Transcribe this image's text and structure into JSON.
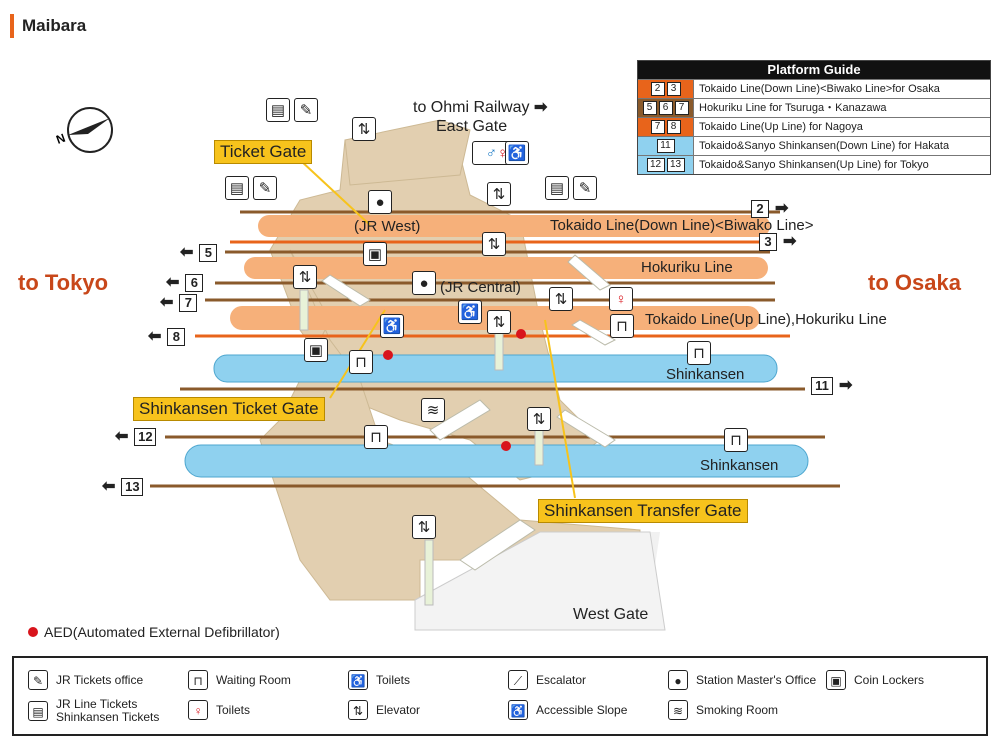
{
  "title": "Maibara",
  "directions": {
    "west": "to Tokyo",
    "east": "to Osaka"
  },
  "gates": {
    "east_gate": "East Gate",
    "west_gate": "West Gate",
    "ohmi_railway": "to Ohmi Railway"
  },
  "callouts": {
    "ticket_gate": "Ticket Gate",
    "shinkansen_ticket_gate": "Shinkansen Ticket Gate",
    "shinkansen_transfer_gate": "Shinkansen Transfer Gate"
  },
  "offices": {
    "jr_west": "(JR West)",
    "jr_central": "(JR Central)"
  },
  "platforms": {
    "p1": "Tokaido Line(Down Line)",
    "p1_suffix": "<Biwako Line>",
    "p2": "Hokuriku Line",
    "p3": "Tokaido Line(Up Line),Hokuriku Line",
    "p4": "Shinkansen",
    "p5": "Shinkansen"
  },
  "tracks": [
    "2",
    "3",
    "5",
    "6",
    "7",
    "8",
    "11",
    "12",
    "13"
  ],
  "platform_guide": {
    "heading": "Platform Guide",
    "rows": [
      {
        "tracks": [
          "2",
          "3"
        ],
        "color": "#e8641b",
        "text": "Tokaido Line(Down Line)<Biwako Line>for Osaka"
      },
      {
        "tracks": [
          "5",
          "6",
          "7"
        ],
        "color": "#8a5a2b",
        "text": "Hokuriku Line for Tsuruga・Kanazawa"
      },
      {
        "tracks": [
          "7",
          "8"
        ],
        "color": "#e8641b",
        "text": "Tokaido Line(Up Line) for Nagoya"
      },
      {
        "tracks": [
          "11"
        ],
        "color": "#8fd1ef",
        "text": "Tokaido&Sanyo Shinkansen(Down Line) for Hakata"
      },
      {
        "tracks": [
          "12",
          "13"
        ],
        "color": "#8fd1ef",
        "text": "Tokaido&Sanyo Shinkansen(Up Line) for Tokyo"
      }
    ]
  },
  "aed_note": "AED(Automated External Defibrillator)",
  "legend": [
    {
      "icon": "jr-tickets-office-icon",
      "label": "JR Tickets office"
    },
    {
      "icon": "waiting-room-icon",
      "label": "Waiting Room"
    },
    {
      "icon": "toilets-icon",
      "label": "Toilets"
    },
    {
      "icon": "escalator-icon",
      "label": "Escalator"
    },
    {
      "icon": "station-masters-office-icon",
      "label": "Station Master's Office"
    },
    {
      "icon": "coin-lockers-icon",
      "label": "Coin Lockers"
    },
    {
      "icon": "ticket-machine-icon",
      "label": "JR Line Tickets"
    },
    {
      "icon": "ticket-machine-icon",
      "label": "Shinkansen Tickets"
    },
    {
      "icon": "toilets-color-icon",
      "label": "Toilets"
    },
    {
      "icon": "elevator-icon",
      "label": "Elevator"
    },
    {
      "icon": "accessible-slope-icon",
      "label": "Accessible Slope"
    },
    {
      "icon": "smoking-room-icon",
      "label": "Smoking Room"
    }
  ],
  "colors": {
    "orange": "#e8641b",
    "brown": "#8a5a2b",
    "platform_orange": "#f6b07a",
    "platform_blue": "#8fd1ef",
    "concourse": "#e2cfb0",
    "aed": "#d8141c"
  }
}
